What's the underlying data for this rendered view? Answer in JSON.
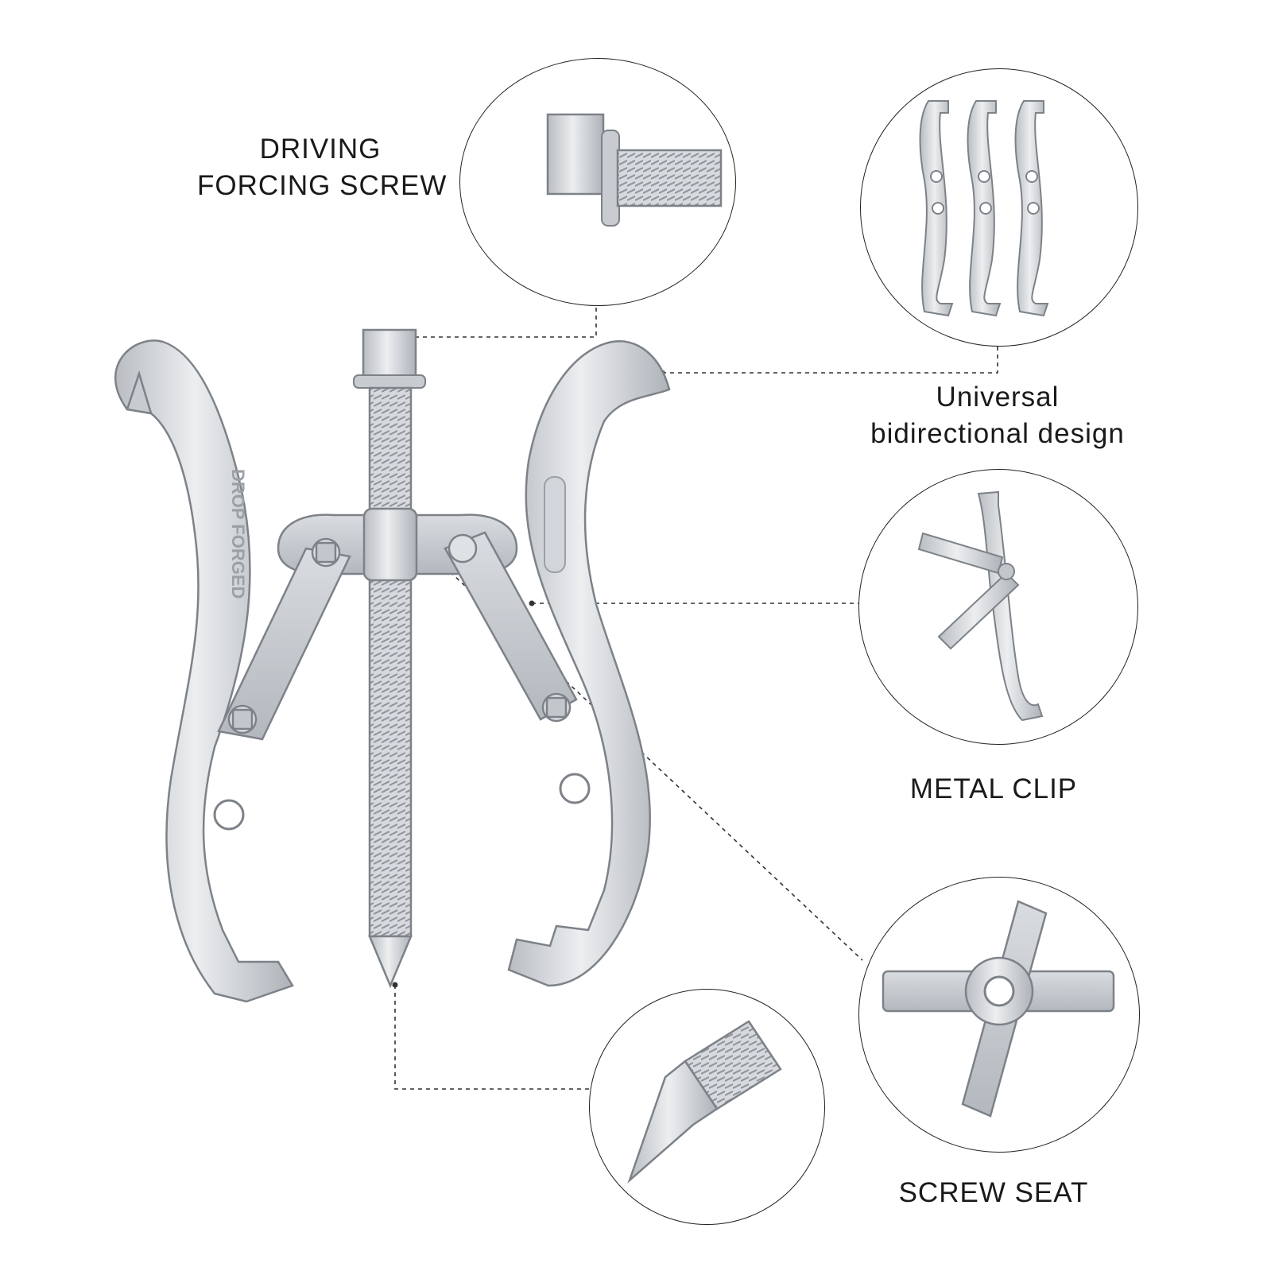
{
  "callouts": {
    "driving_screw": {
      "line1": "DRIVING",
      "line2": "FORCING SCREW"
    },
    "universal": {
      "line1": "Universal",
      "line2": "bidirectional design"
    },
    "metal_clip": {
      "label": "METAL CLIP"
    },
    "screw_seat": {
      "label": "SCREW SEAT"
    }
  },
  "product": {
    "stamp": "DROP FORGED"
  },
  "colors": {
    "metal_light": "#e4e6e8",
    "metal_mid": "#c9ccd0",
    "metal_dark": "#8e9399",
    "outline": "#222222"
  }
}
